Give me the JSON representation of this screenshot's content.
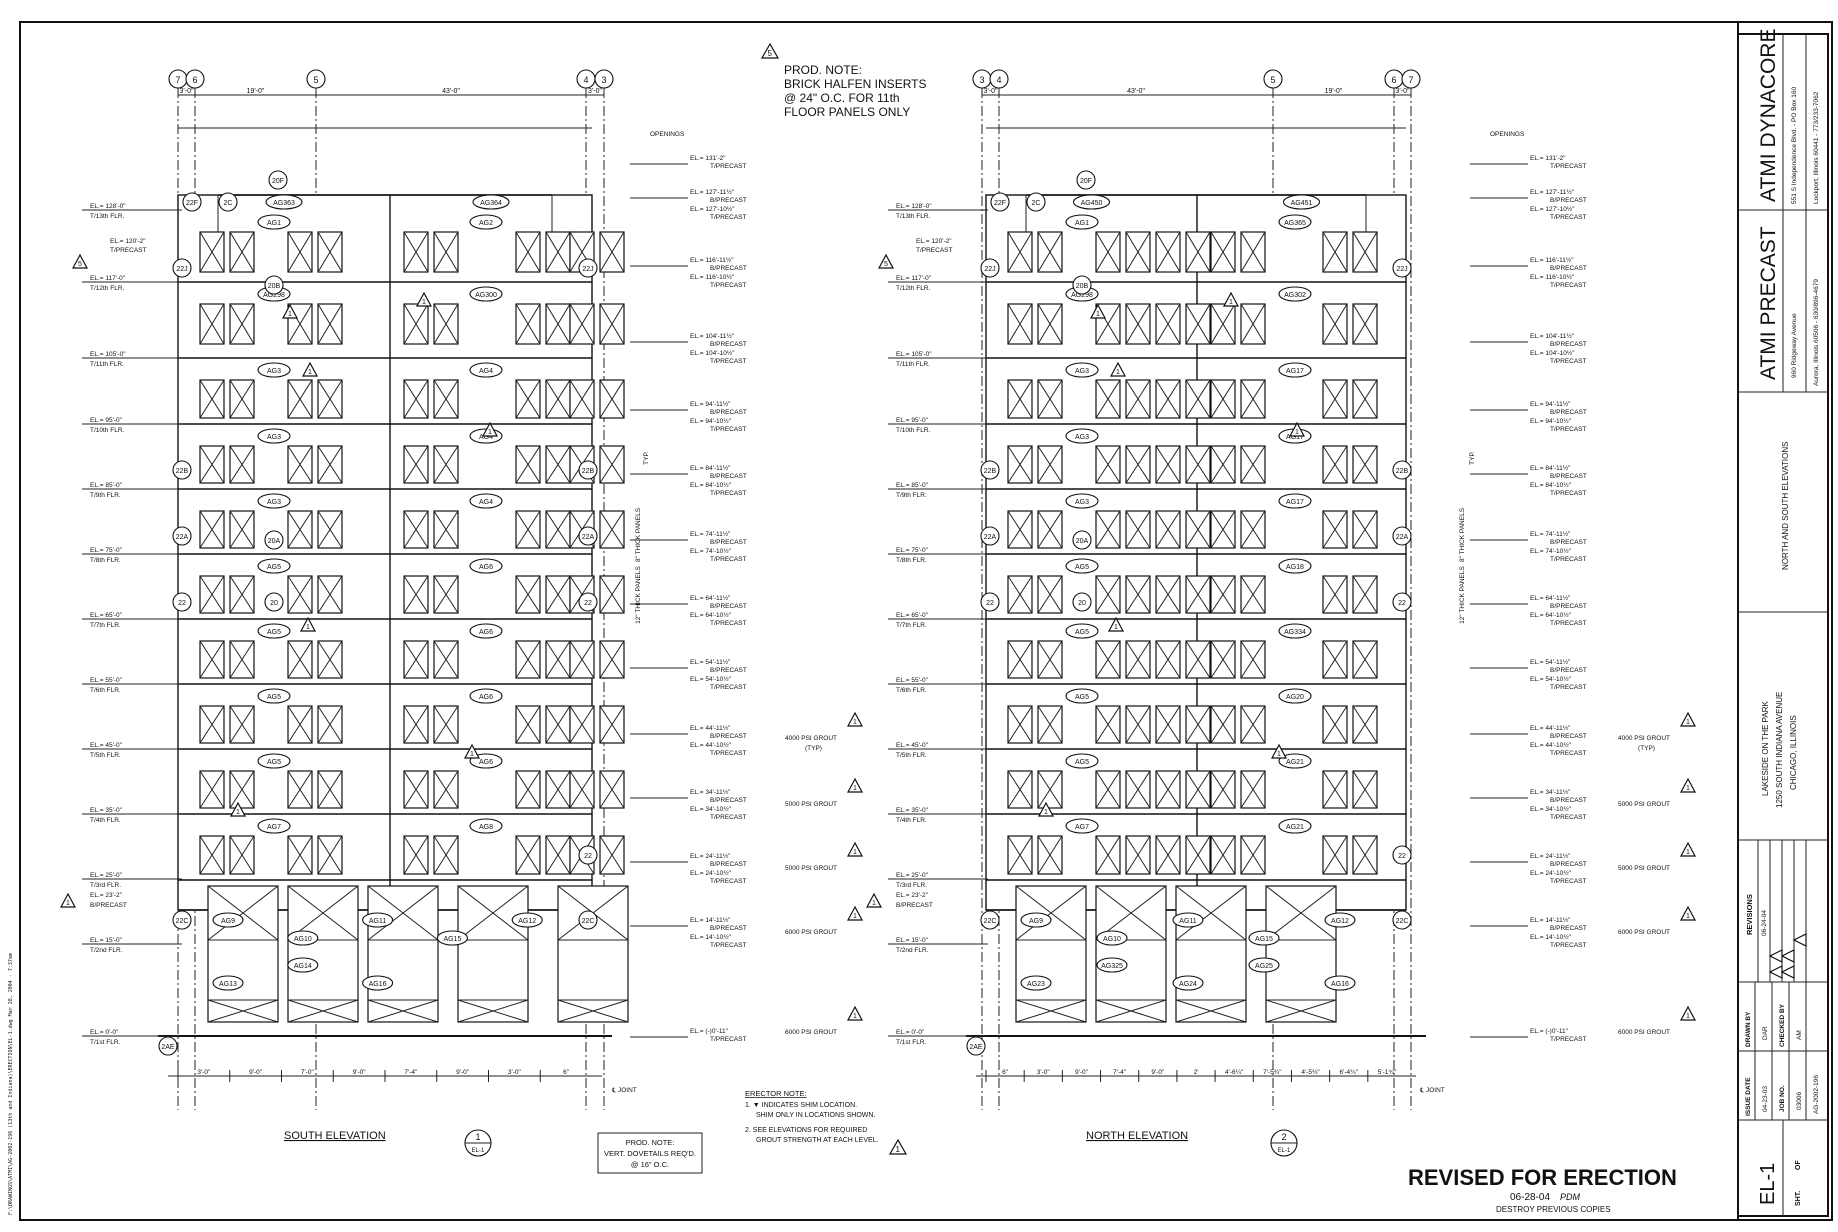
{
  "notes": {
    "prod_note_top": [
      "PROD. NOTE:",
      "BRICK HALFEN INSERTS",
      "@ 24\" O.C. FOR 11th",
      "FLOOR PANELS ONLY"
    ],
    "prod_note_bottom": [
      "PROD. NOTE:",
      "VERT. DOVETAILS REQ'D.",
      "@ 16\" O.C."
    ],
    "erector_title": "ERECTOR NOTE:",
    "erector_1": "1. ▼ INDICATES SHIM LOCATION.",
    "erector_1b": "SHIM ONLY IN LOCATIONS SHOWN.",
    "erector_2": "2. SEE ELEVATIONS FOR REQUIRED",
    "erector_2b": "GROUT STRENGTH AT EACH LEVEL.",
    "openings": "OPENINGS",
    "joint": "℄ JOINT",
    "thick8": "8\" THICK PANELS",
    "thick12": "12\" THICK PANELS",
    "typ": "TYP."
  },
  "south": {
    "title": "SOUTH ELEVATION",
    "ref_num": "1",
    "ref_sheet": "EL-1",
    "grid": [
      "7",
      "6",
      "5",
      "4",
      "3"
    ],
    "top_dims": [
      "3'-0\"",
      "19'-0\"",
      "43'-0\"",
      "3'-0\""
    ],
    "bottom_dims": [
      "3'-0\"",
      "9'-0\"",
      "7'-0\"",
      "9'-0\"",
      "7'-4\"",
      "9'-0\"",
      "3'-0\"",
      "6\""
    ],
    "panels": [
      [
        "AG1",
        "AG2"
      ],
      [
        "AG298",
        "AG300"
      ],
      [
        "AG3",
        "AG4"
      ],
      [
        "AG3",
        "AG4"
      ],
      [
        "AG3",
        "AG4"
      ],
      [
        "AG5",
        "AG6"
      ],
      [
        "AG5",
        "AG6"
      ],
      [
        "AG5",
        "AG6"
      ],
      [
        "AG5",
        "AG6"
      ],
      [
        "AG7",
        "AG8"
      ]
    ],
    "roof_panels": [
      "AG363",
      "AG364"
    ],
    "base_panels": [
      "AG9",
      "AG10",
      "AG11",
      "AG15",
      "AG12",
      "AG13",
      "AG14",
      "AG16"
    ]
  },
  "north": {
    "title": "NORTH ELEVATION",
    "ref_num": "2",
    "ref_sheet": "EL-1",
    "grid": [
      "3",
      "4",
      "5",
      "6",
      "7"
    ],
    "top_dims": [
      "3'-0\"",
      "43'-0\"",
      "19'-0\"",
      "3'-0\""
    ],
    "bottom_dims": [
      "6\"",
      "3'-0\"",
      "9'-0\"",
      "7'-4\"",
      "9'-0\"",
      "2'",
      "4'-6¼\"",
      "7'-5¾\"",
      "4'-5¾\"",
      "6'-4¼\"",
      "5'-1¾\""
    ],
    "panels": [
      [
        "AG1",
        "AG365"
      ],
      [
        "AG298",
        "AG302"
      ],
      [
        "AG3",
        "AG17"
      ],
      [
        "AG3",
        "AG17"
      ],
      [
        "AG3",
        "AG17"
      ],
      [
        "AG5",
        "AG18"
      ],
      [
        "AG5",
        "AG334"
      ],
      [
        "AG5",
        "AG20"
      ],
      [
        "AG5",
        "AG21"
      ],
      [
        "AG7",
        "AG21"
      ]
    ],
    "roof_panels": [
      "AG450",
      "AG451"
    ],
    "base_panels": [
      "AG9",
      "AG10",
      "AG11",
      "AG15",
      "AG12",
      "AG23",
      "AG325",
      "AG24",
      "AG25",
      "AG16"
    ]
  },
  "floors_left": [
    {
      "el": "EL.= 128'-0\"",
      "flr": "T/13th FLR."
    },
    {
      "el": "EL.= 117'-0\"",
      "flr": "T/12th FLR."
    },
    {
      "el": "EL.= 105'-0\"",
      "flr": "T/11th FLR."
    },
    {
      "el": "EL.= 95'-0\"",
      "flr": "T/10th FLR."
    },
    {
      "el": "EL.= 85'-0\"",
      "flr": "T/9th FLR."
    },
    {
      "el": "EL.= 75'-0\"",
      "flr": "T/8th FLR."
    },
    {
      "el": "EL.= 65'-0\"",
      "flr": "T/7th FLR."
    },
    {
      "el": "EL.= 55'-0\"",
      "flr": "T/6th FLR."
    },
    {
      "el": "EL.= 45'-0\"",
      "flr": "T/5th FLR."
    },
    {
      "el": "EL.= 35'-0\"",
      "flr": "T/4th FLR."
    },
    {
      "el": "EL.= 25'-0\"",
      "flr": "T/3rd FLR."
    },
    {
      "el": "EL.= 15'-0\"",
      "flr": "T/2nd FLR."
    },
    {
      "el": "EL.= 0'-0\"",
      "flr": "T/1st FLR."
    }
  ],
  "precast_left": {
    "el1": "EL.= 120'-2\"",
    "lbl1": "T/PRECAST",
    "el2": "EL.= 23'-2\"",
    "lbl2": "B/PRECAST"
  },
  "floors_right": [
    {
      "top": "EL.= 131'-2\"",
      "l1": "T/PRECAST"
    },
    {
      "top": "EL.= 127'-11½\"",
      "l1": "B/PRECAST",
      "bot": "EL.= 127'-10½\"",
      "l2": "T/PRECAST"
    },
    {
      "top": "EL.= 116'-11½\"",
      "l1": "B/PRECAST",
      "bot": "EL.= 116'-10½\"",
      "l2": "T/PRECAST"
    },
    {
      "top": "EL.= 104'-11½\"",
      "l1": "B/PRECAST",
      "bot": "EL.= 104'-10½\"",
      "l2": "T/PRECAST"
    },
    {
      "top": "EL.= 94'-11½\"",
      "l1": "B/PRECAST",
      "bot": "EL.= 94'-10½\"",
      "l2": "T/PRECAST"
    },
    {
      "top": "EL.= 84'-11½\"",
      "l1": "B/PRECAST",
      "bot": "EL.= 84'-10½\"",
      "l2": "T/PRECAST"
    },
    {
      "top": "EL.= 74'-11½\"",
      "l1": "B/PRECAST",
      "bot": "EL.= 74'-10½\"",
      "l2": "T/PRECAST"
    },
    {
      "top": "EL.= 64'-11½\"",
      "l1": "B/PRECAST",
      "bot": "EL.= 64'-10½\"",
      "l2": "T/PRECAST"
    },
    {
      "top": "EL.= 54'-11½\"",
      "l1": "B/PRECAST",
      "bot": "EL.= 54'-10½\"",
      "l2": "T/PRECAST"
    },
    {
      "top": "EL.= 44'-11½\"",
      "l1": "B/PRECAST",
      "bot": "EL.= 44'-10½\"",
      "l2": "T/PRECAST"
    },
    {
      "top": "EL.= 34'-11½\"",
      "l1": "B/PRECAST",
      "bot": "EL.= 34'-10½\"",
      "l2": "T/PRECAST"
    },
    {
      "top": "EL.= 24'-11½\"",
      "l1": "B/PRECAST",
      "bot": "EL.= 24'-10½\"",
      "l2": "T/PRECAST"
    },
    {
      "top": "EL.= 14'-11½\"",
      "l1": "B/PRECAST",
      "bot": "EL.= 14'-10½\"",
      "l2": "T/PRECAST"
    },
    {
      "top": "EL.= (-)0'-11\"",
      "l1": "T/PRECAST"
    }
  ],
  "grout": [
    {
      "label": "4000 PSI GROUT",
      "typ": "(TYP)"
    },
    {
      "label": "5000 PSI GROUT"
    },
    {
      "label": "5000 PSI GROUT"
    },
    {
      "label": "6000 PSI GROUT"
    },
    {
      "label": "6000 PSI GROUT"
    }
  ],
  "title_block": {
    "company1": "ATMI PRECAST",
    "company1_addr1": "960 Ridgeway Avenue",
    "company1_addr2": "Aurora, Illinois 60506  -  630/896-4679",
    "company2": "ATMI DYNACORE",
    "company2_addr1": "551 S Independence Blvd.  -  PO Box 160",
    "company2_addr2": "Lockport, Illinois 60441  -  773/233-7062",
    "sheet_title": "NORTH AND SOUTH ELEVATIONS",
    "project1": "LAKESIDE ON THE PARK",
    "project2": "1250 SOUTH INDIANA AVENUE",
    "project3": "CHICAGO, ILLINOIS",
    "revisions": "REVISIONS",
    "rev_date": "06-24-04",
    "issue_label": "ISSUE DATE",
    "issue_date": "04-23-03",
    "job_label": "JOB NO.",
    "job_no": "03006",
    "drawn_label": "DRAWN BY",
    "drawn": "DAR",
    "checked_label": "CHECKED BY",
    "checked": "AM",
    "dwg_no": "AG-2002-196",
    "sheet": "EL-1",
    "sht_label": "SHT.",
    "of_label": "OF"
  },
  "stamp": {
    "title": "REVISED FOR ERECTION",
    "date": "06-28-04",
    "initials": "PDM",
    "sub": "DESTROY PREVIOUS COPIES"
  },
  "filepath": "F:\\DRAWINGS\\ATMI\\AG-2002-196 (13th and Indiana)\\ERECTION\\EL-1.dwg   Mar 28, 2004 - 7:37am"
}
